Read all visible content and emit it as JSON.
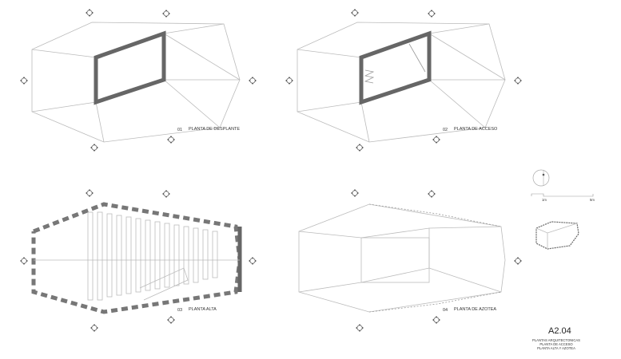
{
  "sheet": {
    "number": "A2.04",
    "subtitle_lines": [
      "PLANTAS ARQUITECTONICAS",
      "PLANTA DE ACCESO",
      "PLANTA ALTA Y AZOTEA"
    ]
  },
  "plans": [
    {
      "num": "01",
      "name": "PLANTA DE DESPLANTE"
    },
    {
      "num": "02",
      "name": "PLANTA DE ACCESO"
    },
    {
      "num": "03",
      "name": "PLANTA ALTA"
    },
    {
      "num": "04",
      "name": "PLANTA DE AZOTEA"
    }
  ],
  "scale_bar": {
    "mark_1": "1m",
    "mark_2": "5m"
  }
}
